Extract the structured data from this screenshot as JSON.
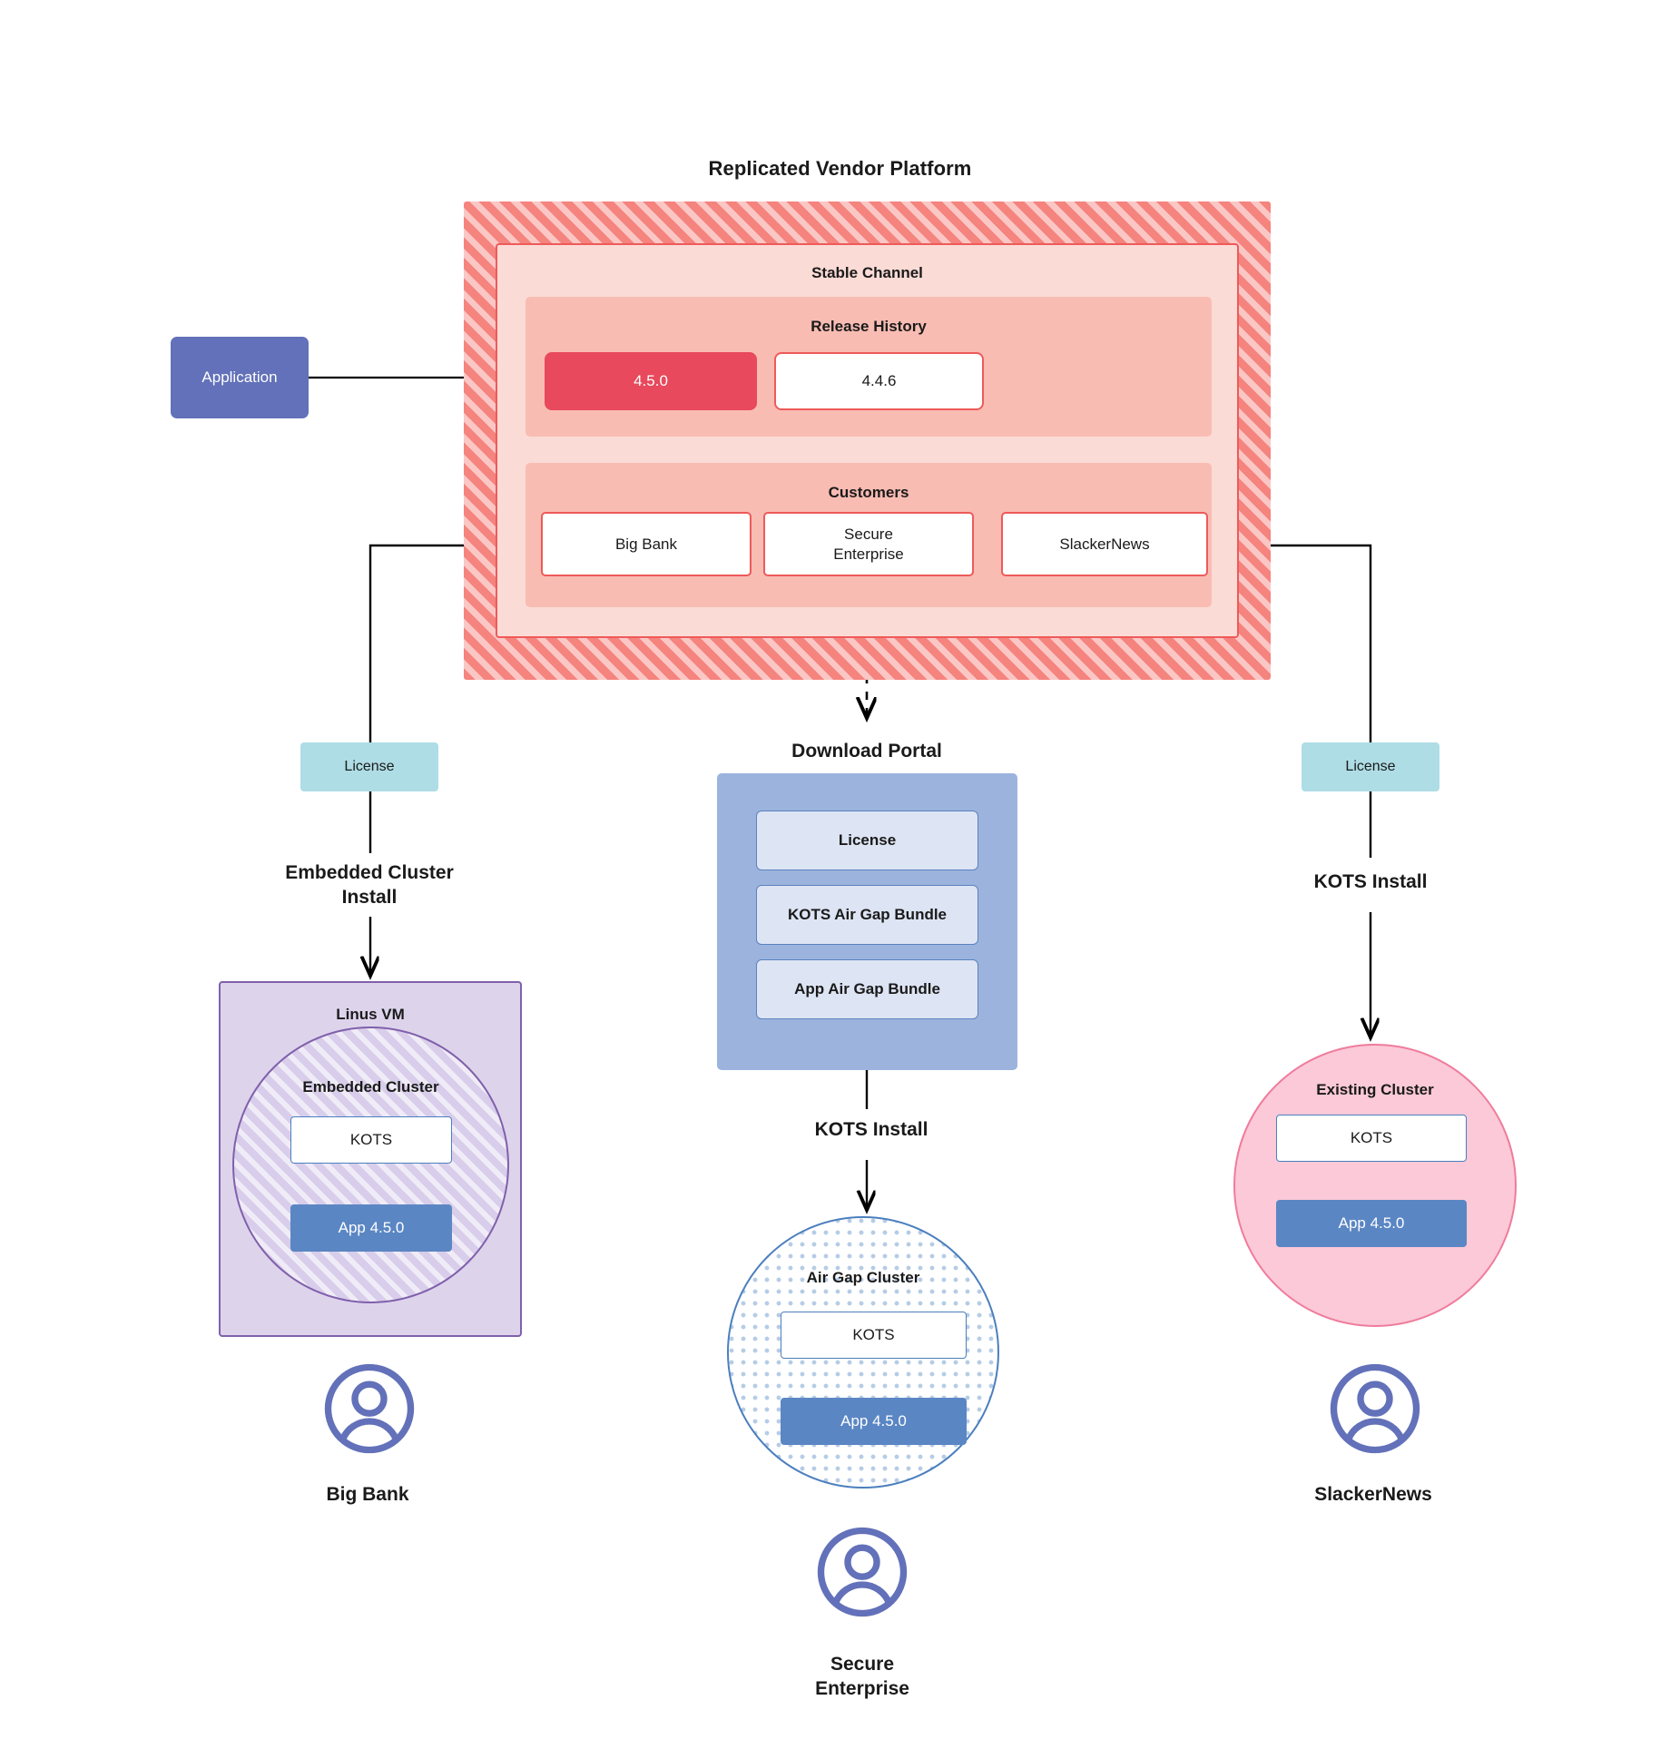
{
  "diagram": {
    "title": "Replicated Vendor Platform"
  },
  "vendor_platform": {
    "title": "Replicated Vendor Platform",
    "channel": {
      "label": "Stable Channel",
      "release_history": {
        "label": "Release History",
        "releases": [
          {
            "version": "4.5.0",
            "state": "current"
          },
          {
            "version": "4.4.6",
            "state": "previous"
          }
        ]
      },
      "customers": {
        "label": "Customers",
        "items": [
          {
            "name": "Big Bank"
          },
          {
            "name": "Secure\nEnterprise"
          },
          {
            "name": "SlackerNews"
          }
        ]
      }
    }
  },
  "application": {
    "label": "Application"
  },
  "licenses": {
    "left_label": "License",
    "right_label": "License"
  },
  "flow_labels": {
    "embedded_cluster_install": "Embedded Cluster\nInstall",
    "kots_install_right": "KOTS Install",
    "kots_install_middle": "KOTS Install"
  },
  "download_portal": {
    "title": "Download  Portal",
    "items": [
      {
        "label": "License"
      },
      {
        "label": "KOTS Air Gap Bundle"
      },
      {
        "label": "App Air Gap Bundle"
      }
    ]
  },
  "linus_vm": {
    "label": "Linus VM",
    "embedded_cluster": {
      "label": "Embedded Cluster",
      "kots": "KOTS",
      "app": "App 4.5.0"
    }
  },
  "existing_cluster": {
    "label": "Existing Cluster",
    "kots": "KOTS",
    "app": "App 4.5.0"
  },
  "air_gap_cluster": {
    "label": "Air Gap Cluster",
    "kots": "KOTS",
    "app": "App 4.5.0"
  },
  "personas": [
    {
      "name": "Big Bank",
      "icon": "user-avatar-icon"
    },
    {
      "name": "Secure\nEnterprise",
      "icon": "user-avatar-icon"
    },
    {
      "name": "SlackerNews",
      "icon": "user-avatar-icon"
    }
  ],
  "colors": {
    "platform_hatch": "#f5837e",
    "channel_fill": "#fbdbd6",
    "channel_border": "#ee5a5a",
    "section_fill": "#f9bcb3",
    "release_current": "#e8495c",
    "application": "#6271b9",
    "license": "#aedde6",
    "portal": "#9cb4dd",
    "portal_item": "#dde4f3",
    "vm": "#ddd4ec",
    "vm_border": "#8060ab",
    "existing_cluster": "#fbc9d7",
    "existing_cluster_border": "#ef7c9c",
    "app_box": "#5b86c4",
    "cluster_border_blue": "#4b7fbe",
    "persona": "#6271b9"
  }
}
